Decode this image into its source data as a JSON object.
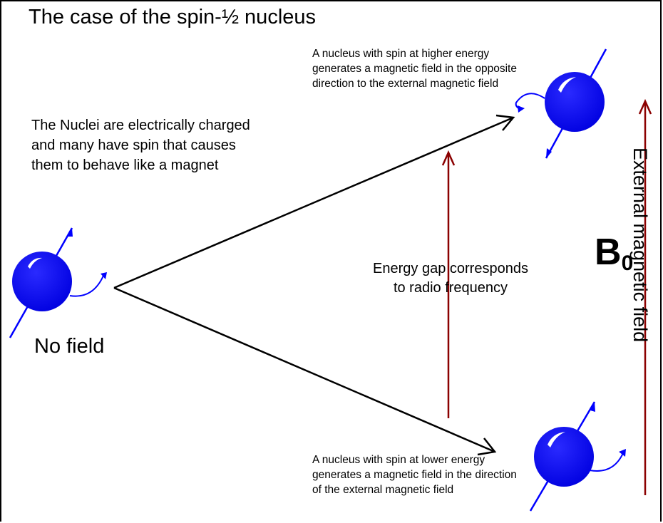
{
  "title": "The case of the spin-½ nucleus",
  "intro_text": "The Nuclei are electrically charged and many have spin that causes them to behave like a magnet",
  "higher_state_text": "A nucleus with spin at higher energy generates a magnetic field in the opposite direction to the external magnetic field",
  "lower_state_text": "A nucleus with spin at lower energy generates a magnetic field in the direction of the external magnetic field",
  "energy_gap_text": "Energy gap corresponds to radio frequency",
  "no_field_label": "No field",
  "b0_symbol": "B",
  "b0_subscript": "0",
  "external_field_label": "External magnetic field",
  "colors": {
    "nucleus": "#0000ff",
    "spin_axis": "#0000ff",
    "energy_arrow": "#8b0000",
    "split_arrow": "#000000"
  }
}
